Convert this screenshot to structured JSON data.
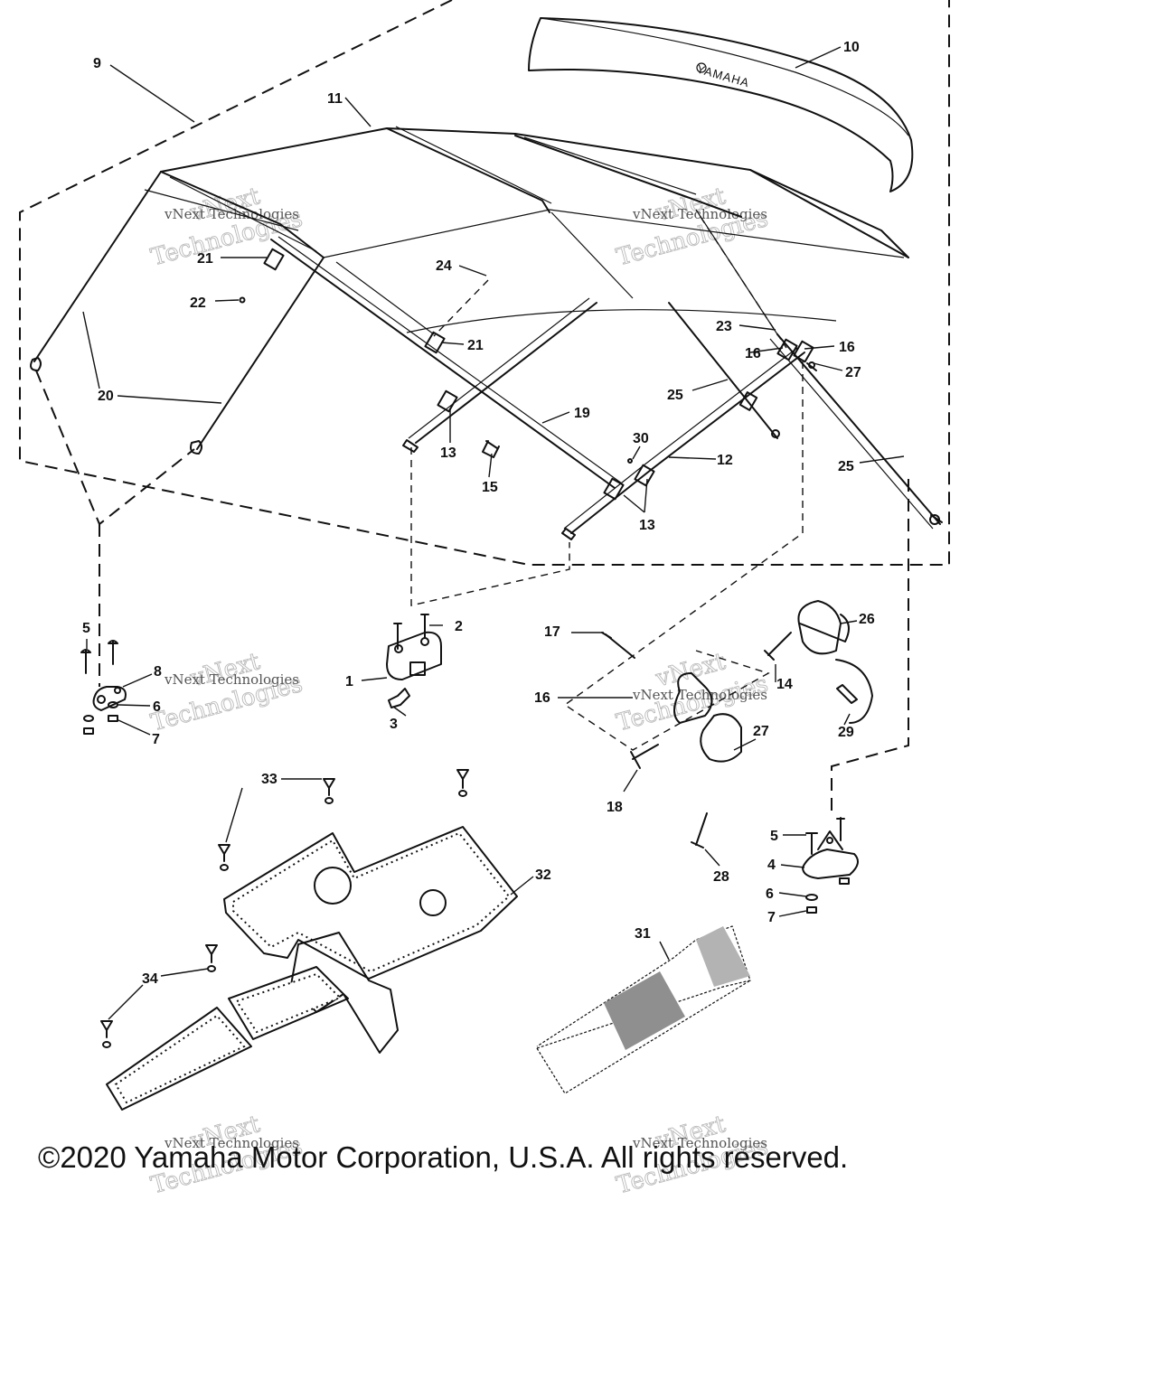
{
  "callouts": {
    "c1": "1",
    "c2": "2",
    "c3": "3",
    "c4": "4",
    "c5a": "5",
    "c5b": "5",
    "c6a": "6",
    "c6b": "6",
    "c7a": "7",
    "c7b": "7",
    "c8": "8",
    "c9": "9",
    "c10": "10",
    "c11": "11",
    "c12": "12",
    "c13a": "13",
    "c13b": "13",
    "c14": "14",
    "c15": "15",
    "c16a": "16",
    "c16b": "16",
    "c16c": "16",
    "c17": "17",
    "c18": "18",
    "c19": "19",
    "c20": "20",
    "c21a": "21",
    "c21b": "21",
    "c22": "22",
    "c23": "23",
    "c24": "24",
    "c25a": "25",
    "c25b": "25",
    "c26": "26",
    "c27a": "27",
    "c27b": "27",
    "c28": "28",
    "c29": "29",
    "c30": "30",
    "c31": "31",
    "c32": "32",
    "c33": "33",
    "c34": "34"
  },
  "boot_brand": "YAMAHA",
  "watermark": {
    "line1": "vNext",
    "line2": "Technologies",
    "small": "vNext Technologies"
  },
  "copyright": "©2020 Yamaha Motor Corporation, U.S.A. All rights reserved.",
  "colors": {
    "line": "#111111",
    "watermark": "#b9b9b9",
    "decal_dark": "#8f8f8f",
    "decal_light": "#b3b3b3"
  }
}
